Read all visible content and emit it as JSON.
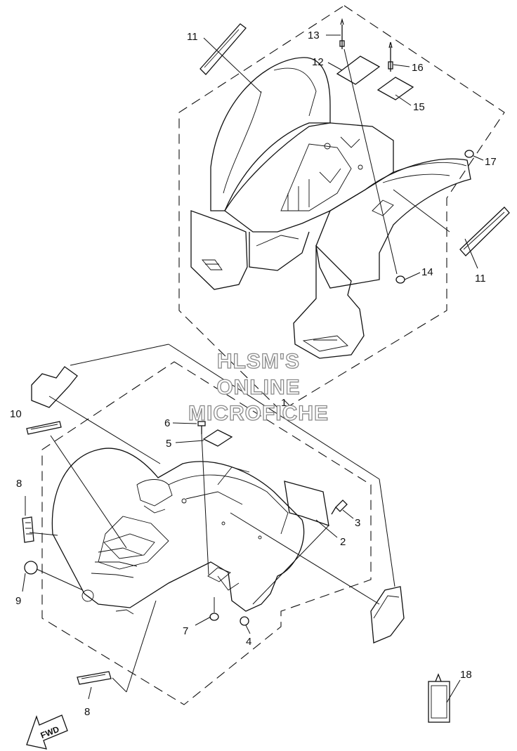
{
  "watermark": {
    "line1": "HLSM'S",
    "line2": "ONLINE",
    "line3": "MICROFICHE"
  },
  "callouts": {
    "c1": "1",
    "c2": "2",
    "c3": "3",
    "c4": "4",
    "c5": "5",
    "c6": "6",
    "c7": "7",
    "c8a": "8",
    "c8b": "8",
    "c9": "9",
    "c10": "10",
    "c11a": "11",
    "c11b": "11",
    "c12": "12",
    "c13": "13",
    "c14": "14",
    "c15": "15",
    "c16": "16",
    "c17": "17",
    "c18": "18"
  },
  "fwd_label": "FWD"
}
